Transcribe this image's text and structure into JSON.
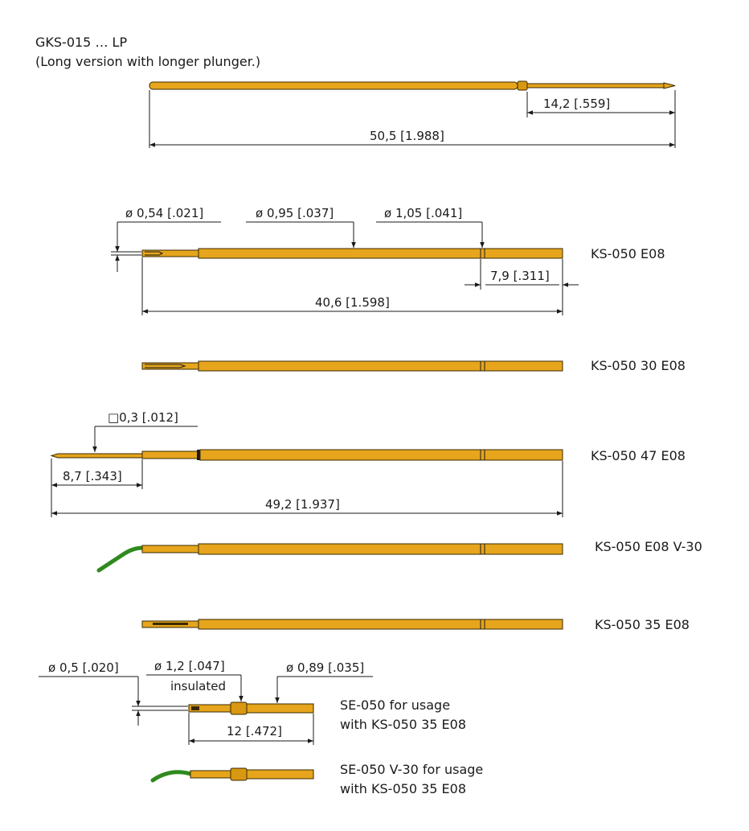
{
  "header": {
    "title": "GKS-015 … LP",
    "subtitle": "(Long version with longer plunger.)"
  },
  "dims": {
    "gks_tip_len": "14,2 [.559]",
    "gks_total_len": "50,5 [1.988]",
    "ks050_d1": "ø 0,54 [.021]",
    "ks050_d2": "ø 0,95 [.037]",
    "ks050_d3": "ø 1,05 [.041]",
    "ks050_ring": "7,9 [.311]",
    "ks050_total": "40,6 [1.598]",
    "ks050_47_sq": "□0,3 [.012]",
    "ks050_47_tip": "8,7 [.343]",
    "ks050_47_total": "49,2 [1.937]",
    "se050_d1": "ø 0,5 [.020]",
    "se050_d2": "ø 1,2 [.047]",
    "se050_insulated": "insulated",
    "se050_d3": "ø 0,89 [.035]",
    "se050_len": "12 [.472]"
  },
  "labels": {
    "ks050_e08": "KS-050 E08",
    "ks050_30_e08": "KS-050 30 E08",
    "ks050_47_e08": "KS-050 47 E08",
    "ks050_e08_v30": "KS-050 E08 V-30",
    "ks050_35_e08": "KS-050 35 E08",
    "se050_line1": "SE-050 for usage",
    "se050_line2": "with KS-050 35 E08",
    "se050v30_line1": "SE-050 V-30 for usage",
    "se050v30_line2": "with KS-050 35 E08"
  },
  "colors": {
    "gold": "#e6a51c",
    "insulation_green": "#2f8a1e",
    "line": "#1a1a1a"
  }
}
